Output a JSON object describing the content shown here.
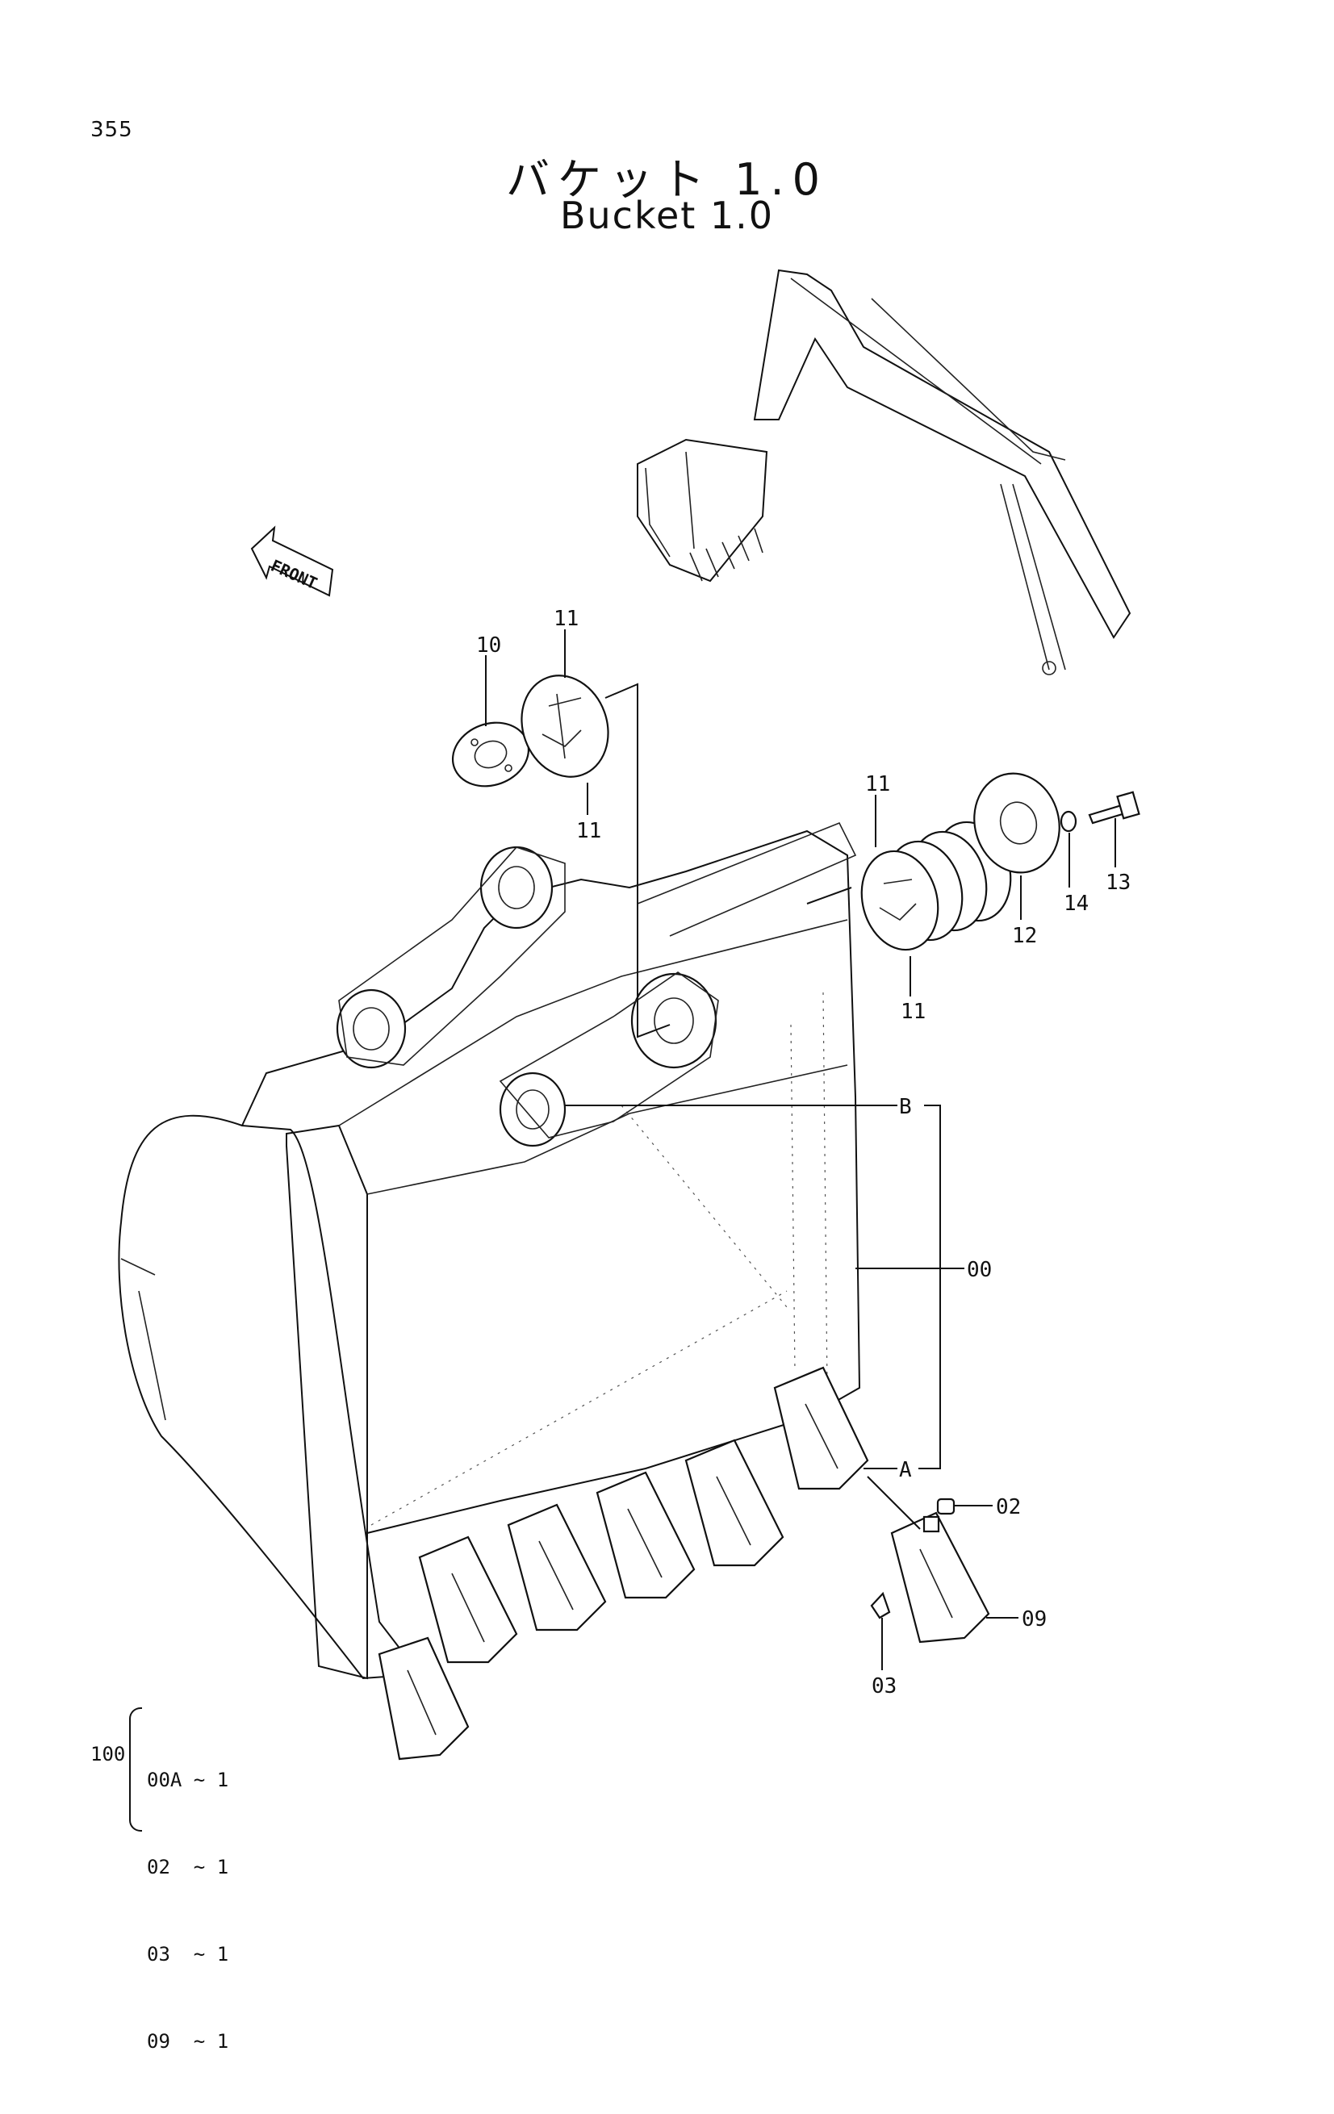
{
  "page": {
    "number": "355",
    "title_jp": "バケット 1.0",
    "title_en": "Bucket 1.0"
  },
  "front_arrow": {
    "label": "FRONT"
  },
  "callouts": {
    "c10": "10",
    "c11_top": "11",
    "c11_mid": "11",
    "c11_right_top": "11",
    "c11_right_bottom": "11",
    "c12": "12",
    "c13": "13",
    "c14": "14",
    "cB": "B",
    "c00": "00",
    "cA": "A",
    "c02": "02",
    "c09": "09",
    "c03": "03"
  },
  "kit": {
    "number": "100",
    "items": [
      {
        "code": "00A",
        "qty": "1"
      },
      {
        "code": "02",
        "qty": "1"
      },
      {
        "code": "03",
        "qty": "1"
      },
      {
        "code": "09",
        "qty": "1"
      }
    ]
  }
}
